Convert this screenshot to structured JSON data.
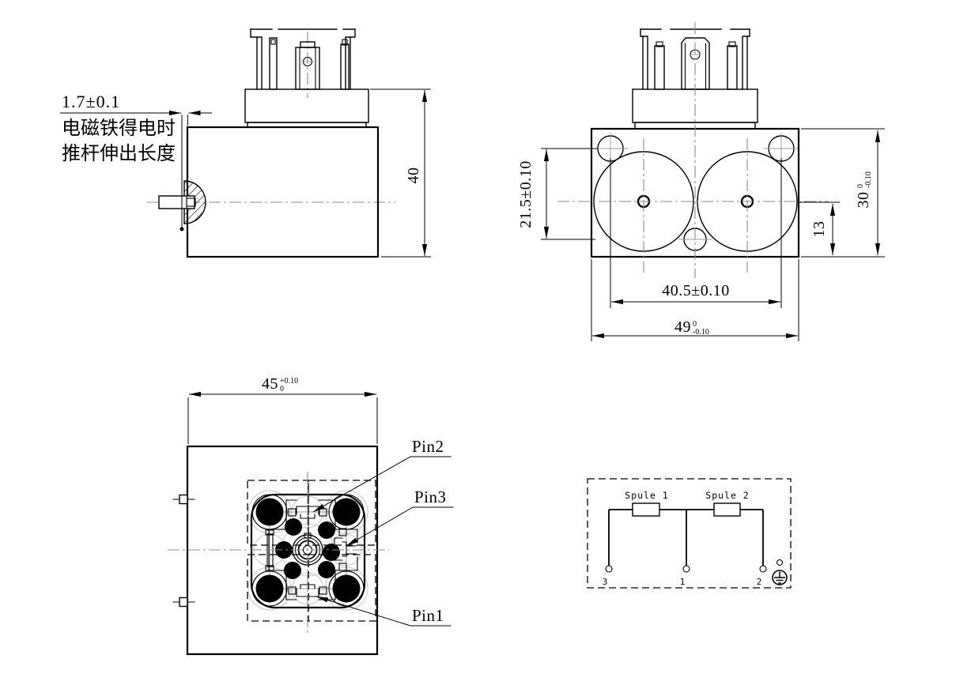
{
  "note_17": {
    "dim": "1.7±0.1",
    "line1": "电磁铁得电时",
    "line2": "推杆伸出长度"
  },
  "side_view": {
    "height_dim": "40"
  },
  "front_view": {
    "dim_21_5": "21.5±0.10",
    "dim_13": "13",
    "dim_30": {
      "nominal": "30",
      "tol_upper": "0",
      "tol_lower": "-0.10"
    },
    "dim_40_5": "40.5±0.10",
    "dim_49": {
      "nominal": "49",
      "tol_upper": "0",
      "tol_lower": "-0.10"
    }
  },
  "bottom_view": {
    "dim_45": {
      "nominal": "45",
      "tol_upper": "+0.10",
      "tol_lower": "0"
    },
    "pin1": "Pin1",
    "pin2": "Pin2",
    "pin3": "Pin3"
  },
  "circuit": {
    "coil1_label": "Spule 1",
    "coil2_label": "Spule 2",
    "terminal_left": "3",
    "terminal_center": "1",
    "terminal_right": "2"
  },
  "colors": {
    "line": "#000000",
    "centerline": "#8b8b8b",
    "ghost": "#c6c6c6",
    "background": "#ffffff"
  }
}
